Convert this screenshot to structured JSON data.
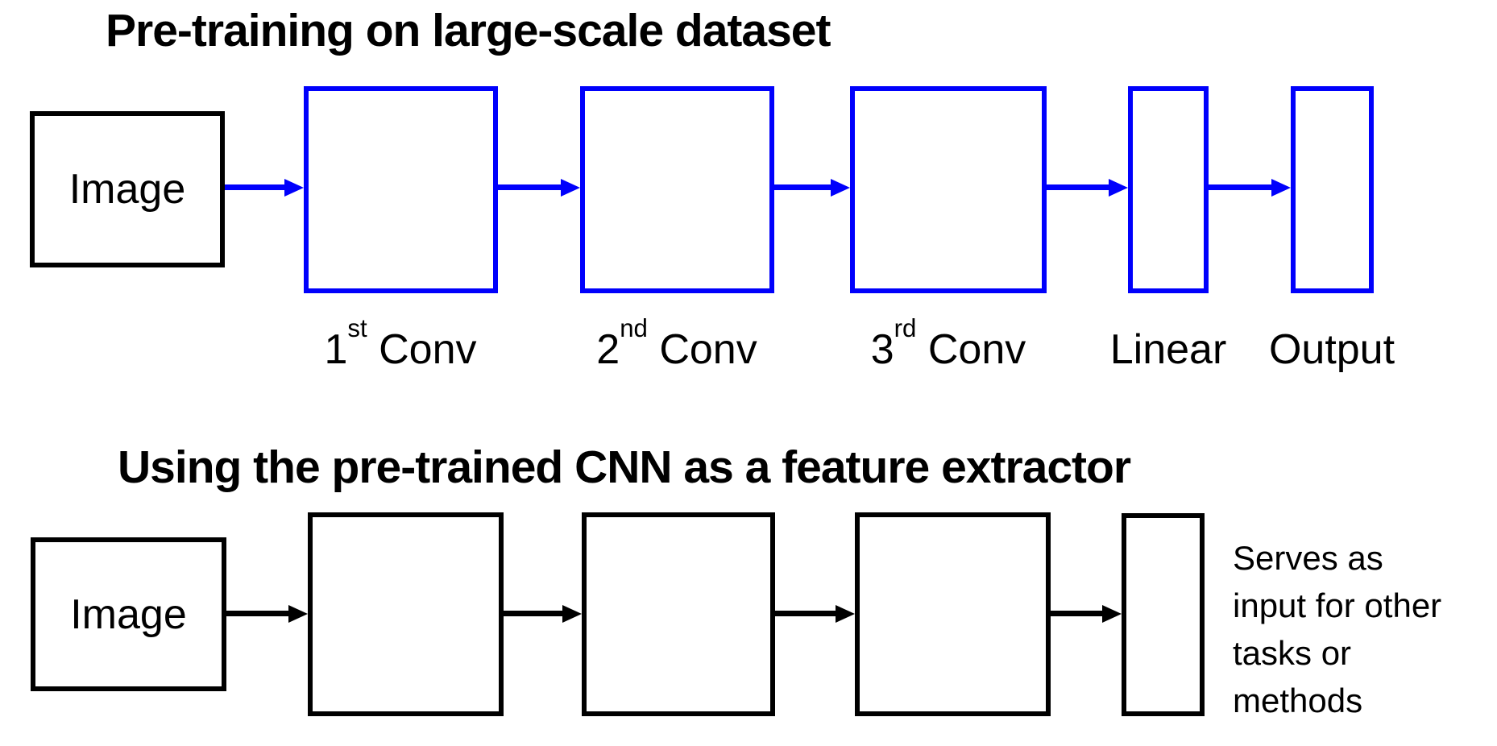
{
  "colors": {
    "accent_blue": "#0000fc",
    "box_black": "#000000",
    "background": "#ffffff"
  },
  "pretrain": {
    "title": "Pre-training on large-scale dataset",
    "input_label": "Image",
    "layer_labels": [
      {
        "base": "1",
        "sup": "st",
        "rest": " Conv"
      },
      {
        "base": "2",
        "sup": "nd",
        "rest": " Conv"
      },
      {
        "base": "3",
        "sup": "rd",
        "rest": " Conv"
      },
      {
        "base": "Linear",
        "sup": "",
        "rest": ""
      },
      {
        "base": "Output",
        "sup": "",
        "rest": ""
      }
    ]
  },
  "extract": {
    "title": "Using the pre-trained CNN as a feature extractor",
    "input_label": "Image",
    "note": "Serves as\ninput for other\ntasks or\nmethods"
  }
}
